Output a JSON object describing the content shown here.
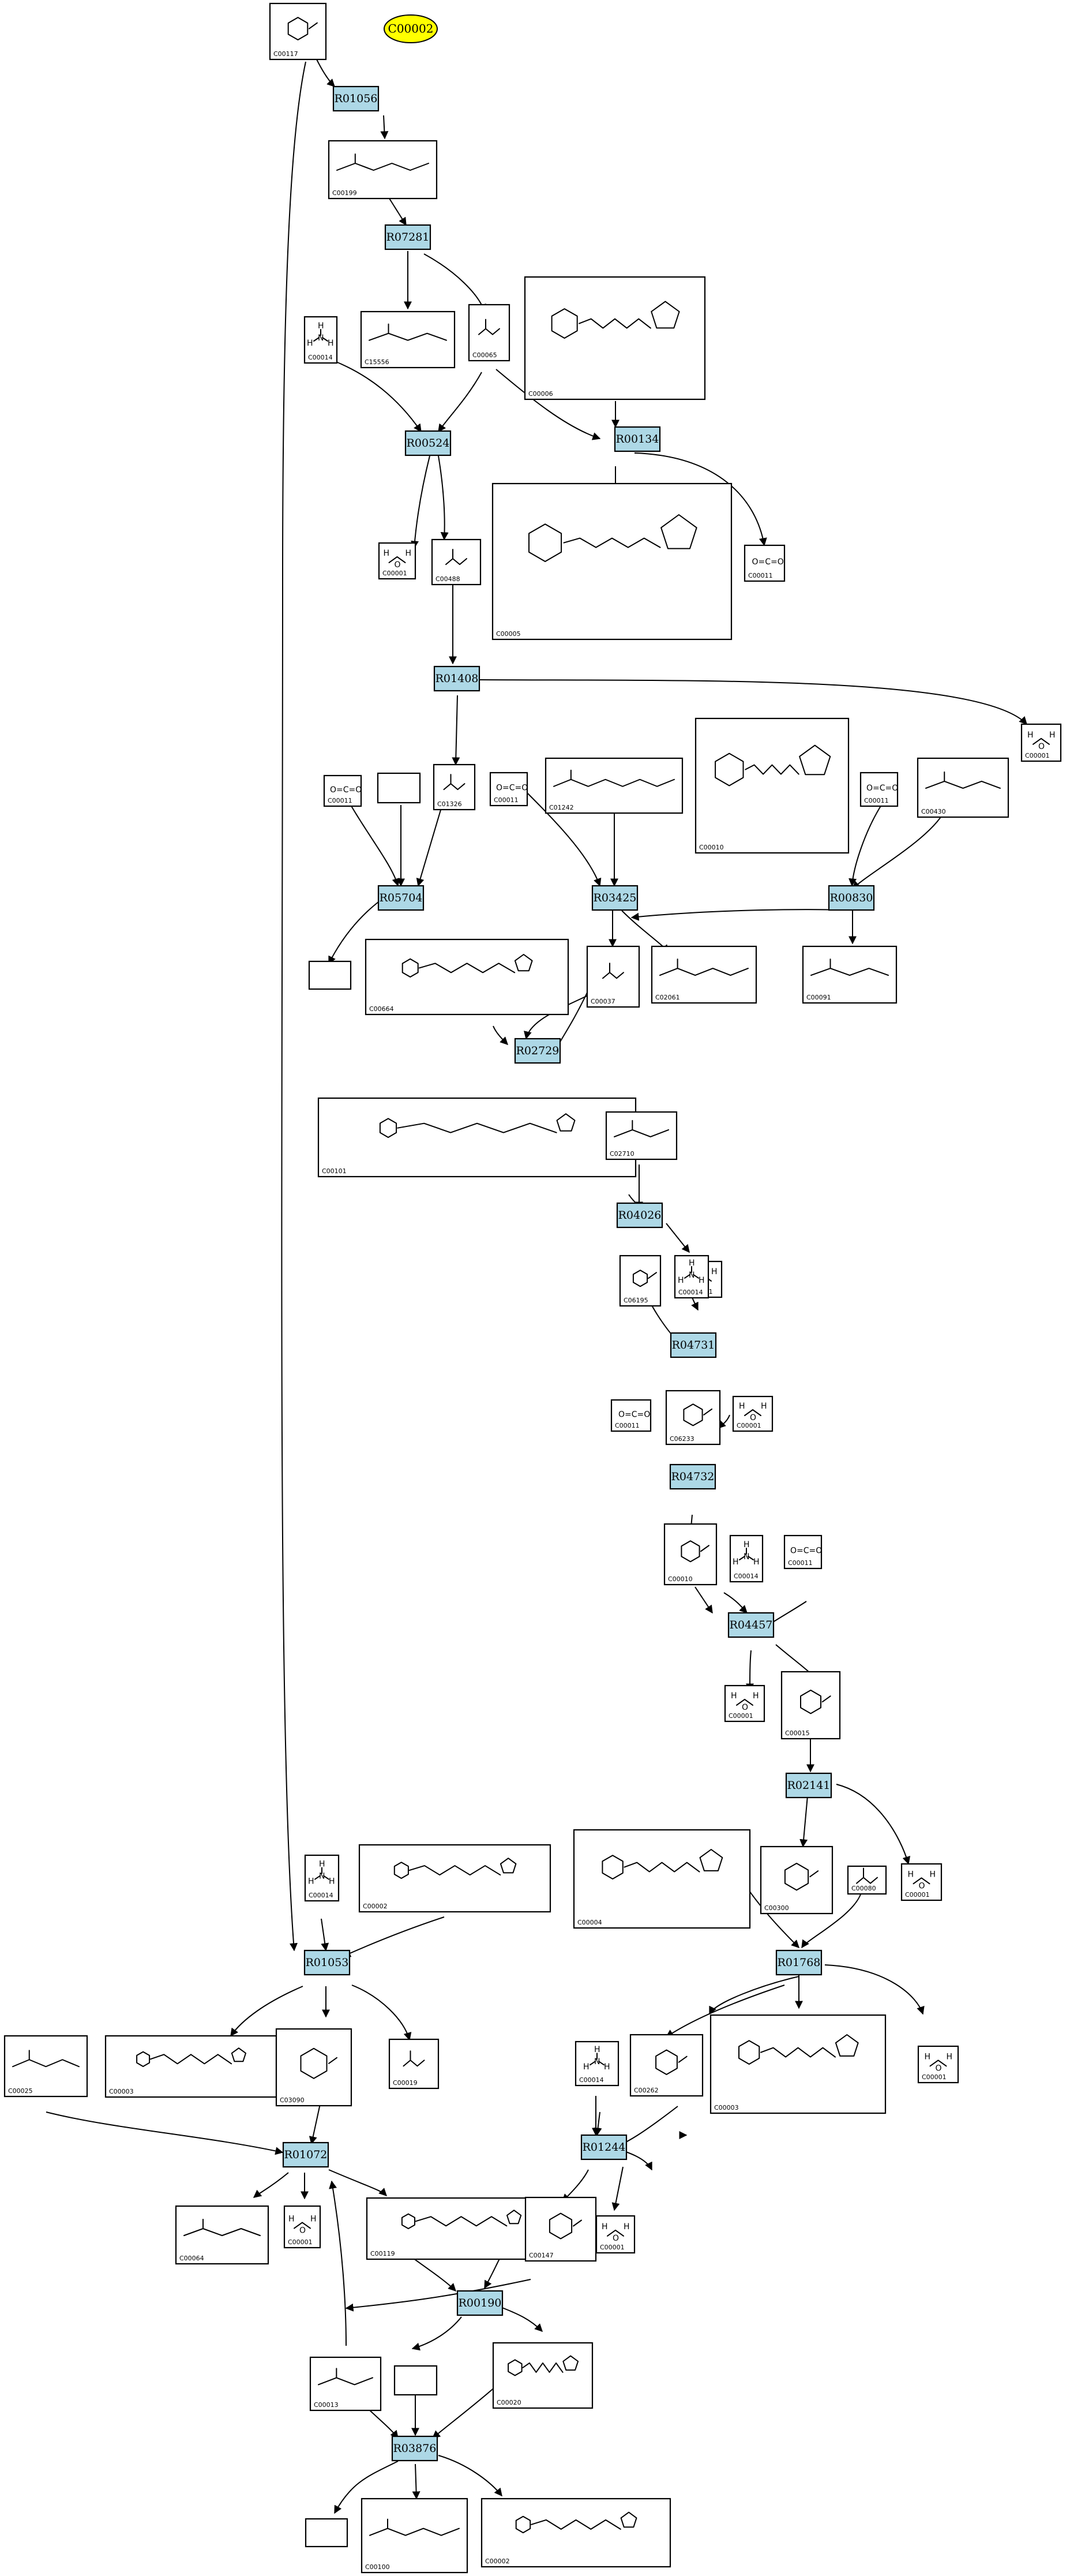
{
  "pathway": {
    "highlight": {
      "label": "C00002",
      "color": "#ffff00"
    },
    "reaction_fill": "#add8e6",
    "reactions": [
      {
        "id": "R01056",
        "label": "R01056"
      },
      {
        "id": "R07281",
        "label": "R07281"
      },
      {
        "id": "R00524",
        "label": "R00524"
      },
      {
        "id": "R00134",
        "label": "R00134"
      },
      {
        "id": "R01408",
        "label": "R01408"
      },
      {
        "id": "R05704",
        "label": "R05704"
      },
      {
        "id": "R03425",
        "label": "R03425"
      },
      {
        "id": "R00830",
        "label": "R00830"
      },
      {
        "id": "R02729",
        "label": "R02729"
      },
      {
        "id": "R04026",
        "label": "R04026"
      },
      {
        "id": "R04731",
        "label": "R04731"
      },
      {
        "id": "R04732",
        "label": "R04732"
      },
      {
        "id": "R04457",
        "label": "R04457"
      },
      {
        "id": "R02141",
        "label": "R02141"
      },
      {
        "id": "R01053",
        "label": "R01053"
      },
      {
        "id": "R01768",
        "label": "R01768"
      },
      {
        "id": "R01072",
        "label": "R01072"
      },
      {
        "id": "R01244",
        "label": "R01244"
      },
      {
        "id": "R00190",
        "label": "R00190"
      },
      {
        "id": "R03876",
        "label": "R03876"
      }
    ],
    "compounds": [
      {
        "id": "c1",
        "label": "C00117"
      },
      {
        "id": "c2",
        "label": "C00199"
      },
      {
        "id": "c3",
        "label": "C15556"
      },
      {
        "id": "c4",
        "label": "C00014"
      },
      {
        "id": "c5",
        "label": "C00065"
      },
      {
        "id": "c6",
        "label": "C00006"
      },
      {
        "id": "c7",
        "label": "C00001"
      },
      {
        "id": "c8",
        "label": "C00488"
      },
      {
        "id": "c9",
        "label": "C00005"
      },
      {
        "id": "c10",
        "label": "C00011"
      },
      {
        "id": "c11",
        "label": "C00001"
      },
      {
        "id": "c12",
        "label": "C00011"
      },
      {
        "id": "c13",
        "label": ""
      },
      {
        "id": "c14",
        "label": "C01326"
      },
      {
        "id": "c15",
        "label": "C00011"
      },
      {
        "id": "c16",
        "label": "C01242"
      },
      {
        "id": "c17",
        "label": "C00010"
      },
      {
        "id": "c18",
        "label": "C00011"
      },
      {
        "id": "c19",
        "label": "C00430"
      },
      {
        "id": "c20",
        "label": ""
      },
      {
        "id": "c21",
        "label": "C00664"
      },
      {
        "id": "c22",
        "label": "C00037"
      },
      {
        "id": "c23",
        "label": "C02061"
      },
      {
        "id": "c24",
        "label": "C00091"
      },
      {
        "id": "c25",
        "label": "C00101"
      },
      {
        "id": "c26",
        "label": "C02710"
      },
      {
        "id": "c27",
        "label": "C00001"
      },
      {
        "id": "c28",
        "label": "C06195"
      },
      {
        "id": "c29",
        "label": "C00014"
      },
      {
        "id": "c30",
        "label": "C00011"
      },
      {
        "id": "c31",
        "label": "C06233"
      },
      {
        "id": "c32",
        "label": "C00001"
      },
      {
        "id": "c33",
        "label": "C00010"
      },
      {
        "id": "c34",
        "label": "C00014"
      },
      {
        "id": "c35",
        "label": "C00011"
      },
      {
        "id": "c36",
        "label": "C00001"
      },
      {
        "id": "c37",
        "label": "C00015"
      },
      {
        "id": "c38",
        "label": "C00014"
      },
      {
        "id": "c39",
        "label": "C00002"
      },
      {
        "id": "c40",
        "label": "C00004"
      },
      {
        "id": "c41",
        "label": "C00300"
      },
      {
        "id": "c42",
        "label": "C00080"
      },
      {
        "id": "c43",
        "label": "C00001"
      },
      {
        "id": "c44",
        "label": "C00025"
      },
      {
        "id": "c45",
        "label": "C00003"
      },
      {
        "id": "c46",
        "label": "C03090"
      },
      {
        "id": "c47",
        "label": "C00019"
      },
      {
        "id": "c48",
        "label": "C00262"
      },
      {
        "id": "c49",
        "label": "C00003"
      },
      {
        "id": "c50",
        "label": "C00001"
      },
      {
        "id": "c51",
        "label": "C00014"
      },
      {
        "id": "c52",
        "label": "C00064"
      },
      {
        "id": "c53",
        "label": "C00001"
      },
      {
        "id": "c54",
        "label": "C00119"
      },
      {
        "id": "c55",
        "label": "C00147"
      },
      {
        "id": "c56",
        "label": "C00001"
      },
      {
        "id": "c57",
        "label": "C00013"
      },
      {
        "id": "c58",
        "label": ""
      },
      {
        "id": "c59",
        "label": "C00020"
      },
      {
        "id": "c60",
        "label": ""
      },
      {
        "id": "c61",
        "label": "C00100"
      },
      {
        "id": "c62",
        "label": "C00002"
      }
    ]
  }
}
